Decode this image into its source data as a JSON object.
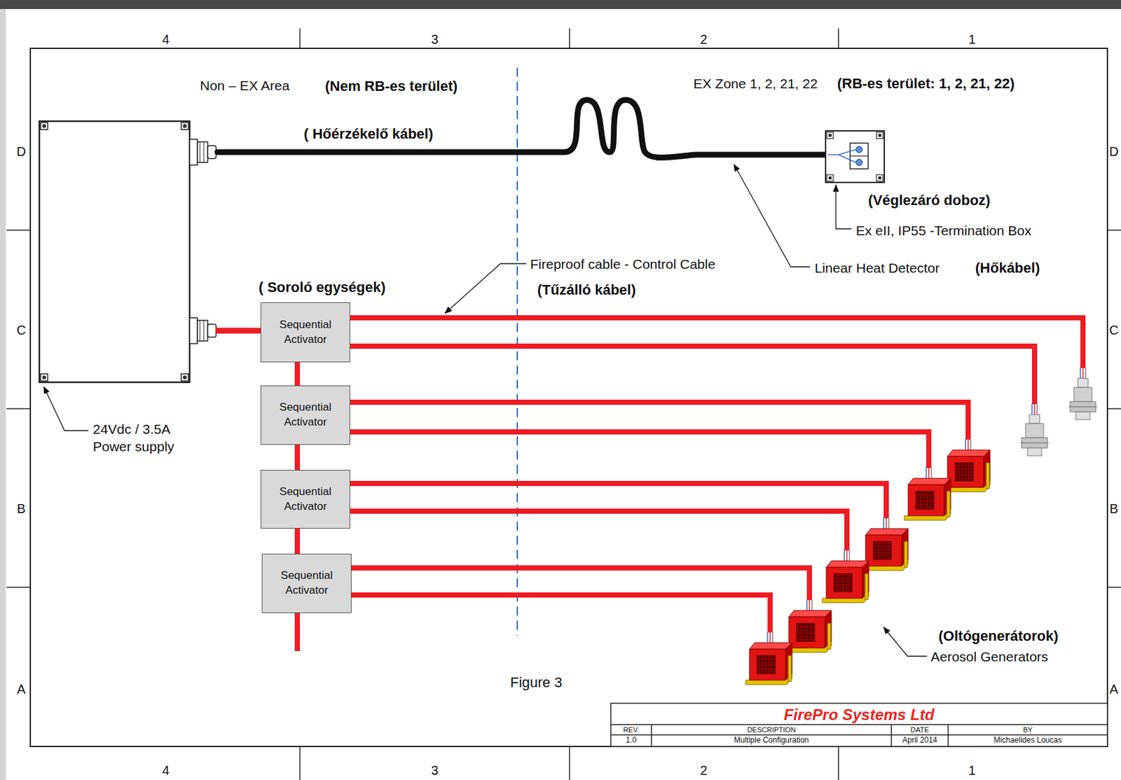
{
  "diagram": {
    "caption": "Figure 3",
    "nodes": [
      {
        "text": [
          "Sequential Activator"
        ]
      },
      {
        "text": [
          "Sequential Activator"
        ]
      },
      {
        "text": [
          "Sequential Activator"
        ]
      },
      {
        "text": [
          "Sequential Activator"
        ]
      }
    ],
    "edges": [
      {
        "from": 0,
        "to": 1,
        "arrow": "none"
      },
      {
        "from": 1,
        "to": 2,
        "arrow": "none"
      },
      {
        "from": 2,
        "to": 3,
        "arrow": "none"
      }
    ],
    "labels": [
      "4",
      "3",
      "2",
      "1",
      "D",
      "C",
      "B",
      "A",
      "D",
      "C",
      "B",
      "A",
      "4",
      "3",
      "2",
      "1",
      "Non – EX Area",
      "(Nem RB-es terület)",
      "EX Zone 1, 2, 21, 22",
      "(RB-es terület: 1, 2, 21, 22)",
      "( Hőérzékelő kábel)",
      "(Véglezáró doboz)",
      "Ex eII, IP55 -Termination Box",
      "Fireproof cable - Control Cable",
      "(Tűzálló kábel)",
      "Linear Heat Detector",
      "(Hőkábel)",
      "( Soroló egységek)",
      "24Vdc / 3.5A Power supply",
      "(Oltógenerátorok)",
      "Aerosol Generators",
      "FirePro Systems Ltd",
      "REV.",
      "DESCRIPTION",
      "DATE",
      "BY",
      "1.0",
      "Multiple Configuration",
      "April 2014",
      "Michaelides Loucas"
    ]
  }
}
